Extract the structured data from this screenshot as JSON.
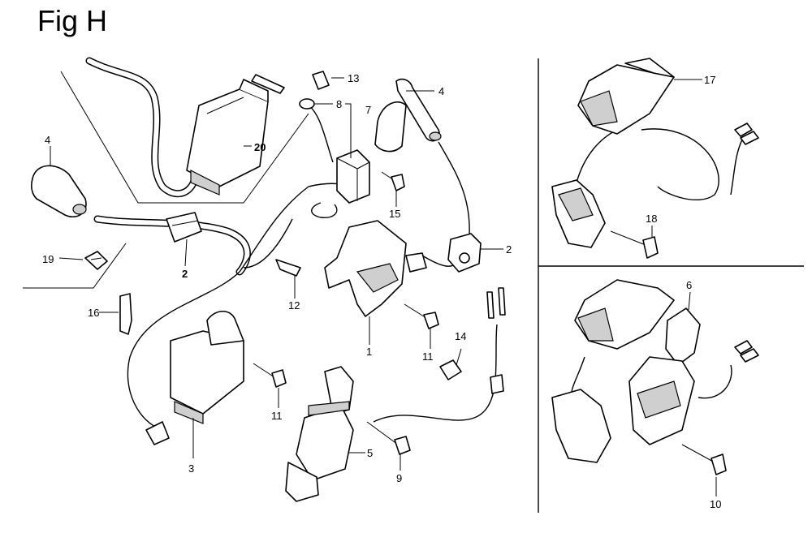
{
  "figure": {
    "title": "Fig H"
  },
  "callouts": {
    "p1": "1",
    "p2a": "2",
    "p2b": "2",
    "p3": "3",
    "p4a": "4",
    "p4b": "4",
    "p5": "5",
    "p6": "6",
    "p7": "7",
    "p8": "8",
    "p9": "9",
    "p10": "10",
    "p11a": "11",
    "p11b": "11",
    "p12": "12",
    "p13": "13",
    "p14": "14",
    "p15": "15",
    "p16": "16",
    "p17": "17",
    "p18": "18",
    "p19": "19",
    "p20": "20"
  }
}
